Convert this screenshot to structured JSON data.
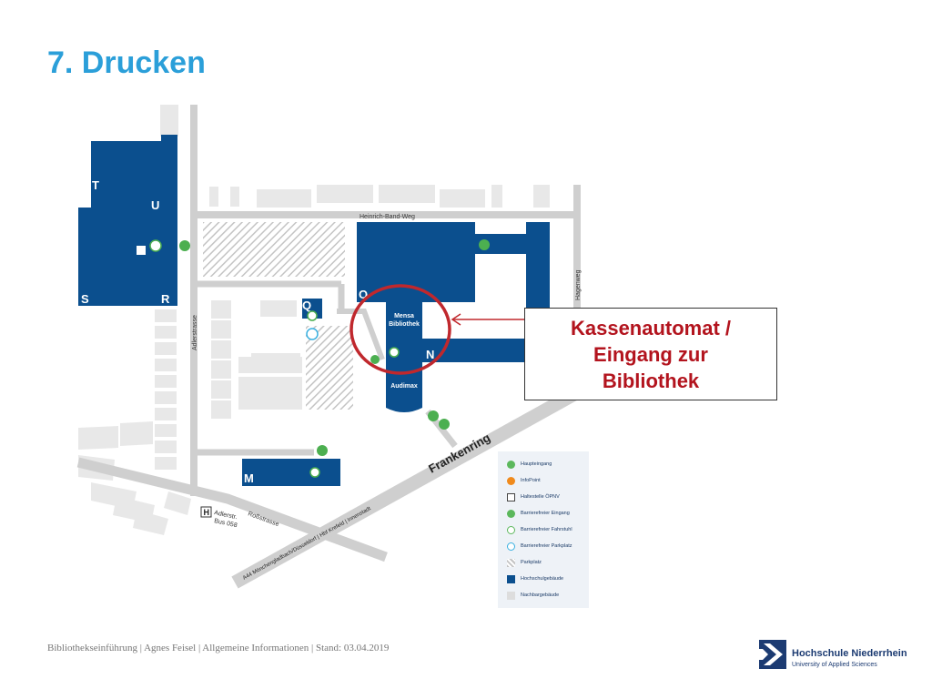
{
  "slide": {
    "title": "7. Drucken",
    "footer": "Bibliothekseinführung | Agnes Feisel | Allgemeine Informationen | Stand: 03.04.2019",
    "logo": {
      "name": "Hochschule Niederrhein",
      "subtitle": "University of Applied Sciences"
    }
  },
  "colors": {
    "title": "#2b9fd9",
    "building": "#0b4f8e",
    "callout_text": "#b3141e",
    "highlight_ring": "#c0282d",
    "road": "#cfcfcf",
    "neighbor_building": "#e6e6e6",
    "accessible_icon": "#4caf50"
  },
  "map": {
    "buildings": {
      "T": "T",
      "U": "U",
      "S": "S",
      "R": "R",
      "O": "O",
      "Q": "Q",
      "N": "N",
      "M": "M"
    },
    "streets": {
      "heinrich_band_weg": "Heinrich-Band-Weg",
      "adlerstrasse": "Adlerstrasse",
      "hagenweg": "Hagenweg",
      "frankenring": "Frankenring",
      "rossstrasse": "Roßstrasse",
      "a44": "A44 Mönchengladbach/Düsseldorf | Hbf Krefeld | Innenstadt"
    },
    "labels": {
      "mensa_line1": "Mensa",
      "mensa_line2": "Bibliothek",
      "audimax": "Audimax"
    },
    "bus_stop": {
      "symbol": "H",
      "line1": "Adlerstr.",
      "line2": "Bus 058"
    },
    "callout": {
      "line1": "Kassenautomat /",
      "line2": "Eingang zur",
      "line3": "Bibliothek"
    }
  },
  "legend": {
    "items": [
      {
        "label": "Haupteingang",
        "icon": "main-entrance-icon",
        "color": "#5cb85c"
      },
      {
        "label": "InfoPoint",
        "icon": "info-icon",
        "color": "#f08a1c"
      },
      {
        "label": "Haltestelle ÖPNV",
        "icon": "bus-stop-icon",
        "color": "#444444"
      },
      {
        "label": "Barrierefreier Eingang",
        "icon": "wheelchair-entrance-icon",
        "color": "#5cb85c"
      },
      {
        "label": "Barrierefreier Fahrstuhl",
        "icon": "wheelchair-elevator-icon",
        "color": "#5cb85c"
      },
      {
        "label": "Barrierefreier Parkplatz",
        "icon": "wheelchair-parking-icon",
        "color": "#3ab0e0"
      },
      {
        "label": "Parkplatz",
        "icon": "parking-hatch-icon",
        "color": "#cccccc"
      },
      {
        "label": "Hochschulgebäude",
        "icon": "university-building-icon",
        "color": "#0b4f8e"
      },
      {
        "label": "Nachbargebäude",
        "icon": "neighbor-building-icon",
        "color": "#dddddd"
      }
    ]
  }
}
